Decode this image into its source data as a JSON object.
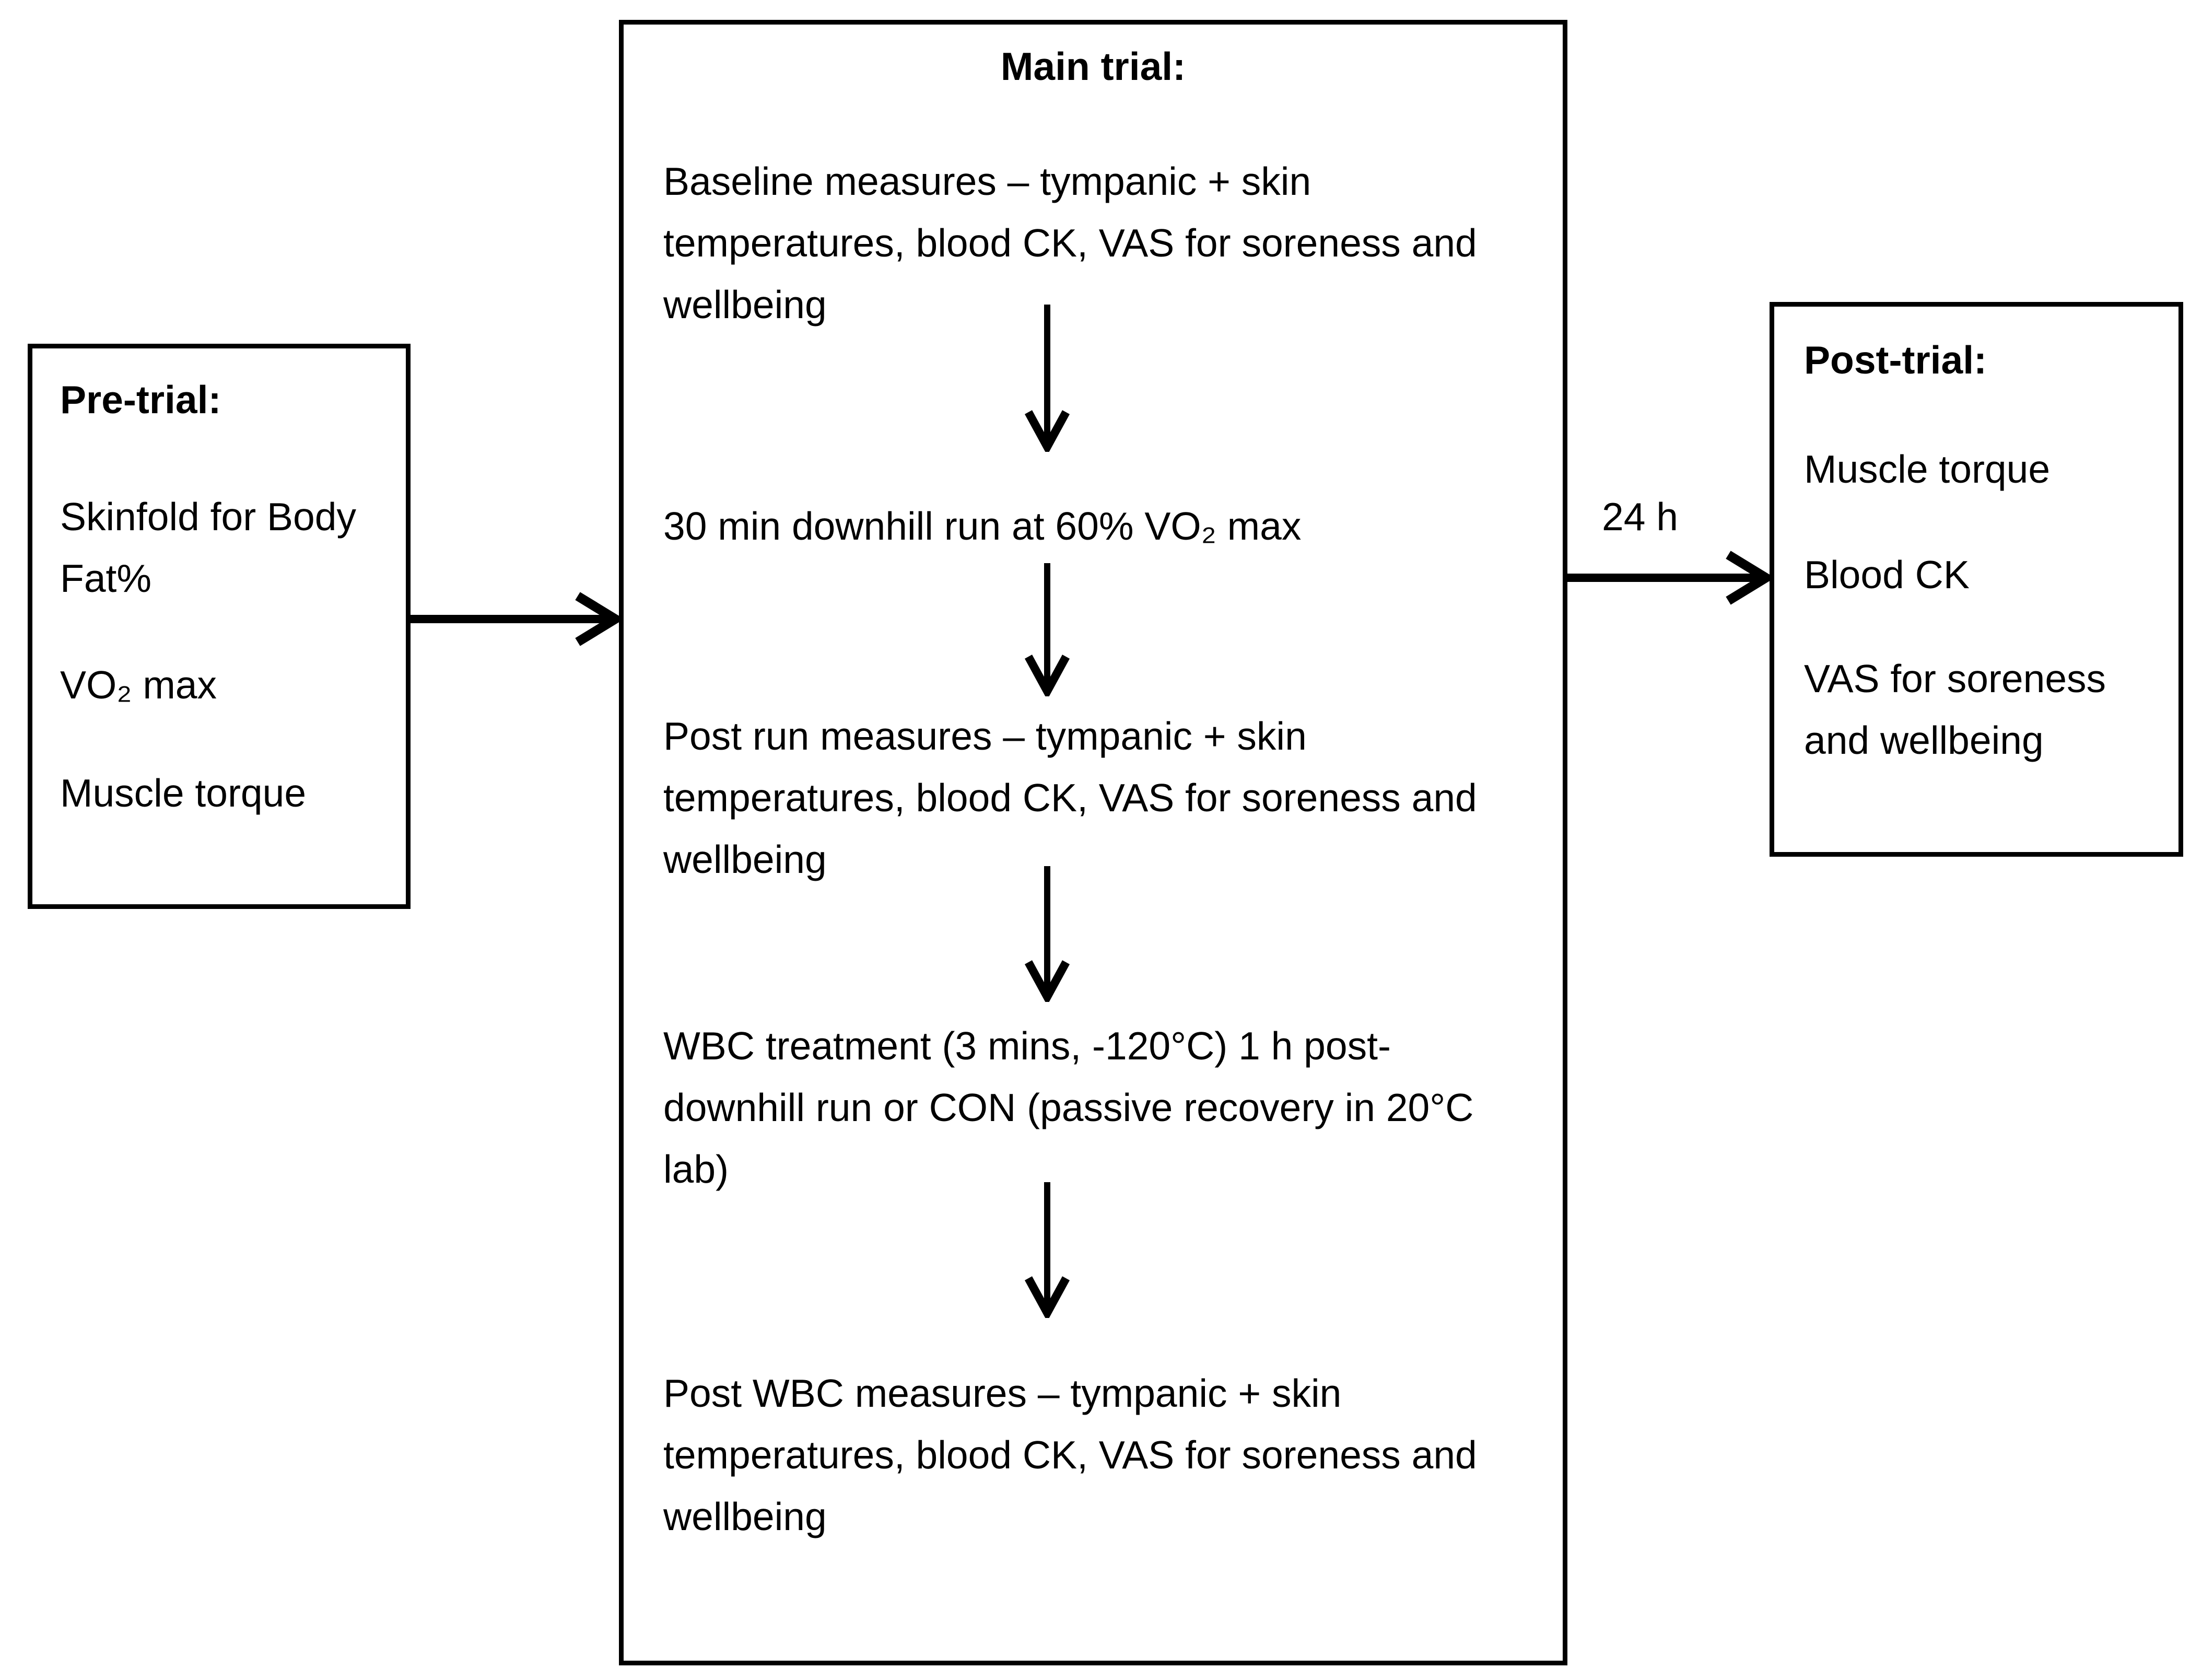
{
  "diagram": {
    "background_color": "#ffffff",
    "line_color": "#000000"
  },
  "pre_trial": {
    "title": "Pre-trial:",
    "items": [
      {
        "lines": [
          "Skinfold for Body",
          "Fat%"
        ]
      },
      {
        "lines": [
          "VO₂ max"
        ]
      },
      {
        "lines": [
          "Muscle torque"
        ]
      }
    ]
  },
  "main_trial": {
    "title": "Main trial:",
    "steps": [
      {
        "lines": [
          "Baseline measures – tympanic + skin",
          "temperatures, blood CK, VAS for soreness and",
          "wellbeing"
        ]
      },
      {
        "lines": [
          "30 min downhill run at 60% VO₂ max"
        ]
      },
      {
        "lines": [
          "Post run measures – tympanic + skin",
          "temperatures, blood CK, VAS for soreness and",
          "wellbeing"
        ]
      },
      {
        "lines": [
          "WBC treatment (3 mins, -120°C) 1 h post-",
          "downhill run or CON (passive recovery in 20°C",
          "lab)"
        ]
      },
      {
        "lines": [
          "Post WBC measures – tympanic + skin",
          "temperatures, blood CK, VAS for soreness and",
          "wellbeing"
        ]
      }
    ]
  },
  "post_trial": {
    "title": "Post-trial:",
    "items": [
      {
        "lines": [
          "Muscle torque"
        ]
      },
      {
        "lines": [
          "Blood CK"
        ]
      },
      {
        "lines": [
          "VAS for soreness",
          "and wellbeing"
        ]
      }
    ]
  },
  "connectors": {
    "main_to_post_label": "24 h"
  }
}
